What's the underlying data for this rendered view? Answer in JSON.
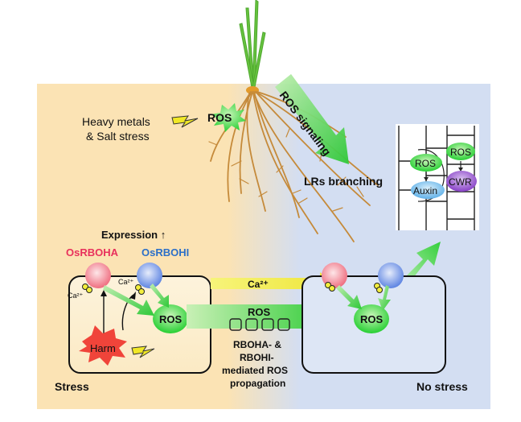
{
  "stress": {
    "source_line1": "Heavy metals",
    "source_line2": "& Salt stress",
    "ros_top": "ROS",
    "panel_label": "Stress",
    "expression": "Expression ↑",
    "rboha": "OsRBOHA",
    "rbohi": "OsRBOHI",
    "ca_small_1": "Ca²⁺",
    "ca_small_2": "Ca²⁺",
    "ros_cell": "ROS",
    "harm": "Harm"
  },
  "propagation": {
    "ca": "Ca²⁺",
    "ros": "ROS",
    "line1": "RBOHA- &",
    "line2": "RBOHI-",
    "line3": "mediated ROS",
    "line4": "propagation"
  },
  "root": {
    "signaling": "ROS signaling",
    "branching": "LRs branching"
  },
  "nostress": {
    "panel_label": "No stress",
    "ros_cell": "ROS",
    "inset_ros1": "ROS",
    "inset_ros2": "ROS",
    "inset_auxin": "Auxin",
    "inset_cwr": "CWR"
  },
  "colors": {
    "stress_bg": "#fbe3b4",
    "nostress_bg": "#d3def2",
    "ros_green": "#33d93b",
    "rboha_pink": "#f27c8a",
    "rbohi_blue": "#6f93e6",
    "rboha_text": "#e8305c",
    "rbohi_text": "#2b6fc8",
    "harm_red": "#f0443a",
    "ca_yellow": "#f3ee3c",
    "auxin_blue": "#6fb8ea",
    "cwr_purple": "#8c4bc8",
    "root_brown": "#c58a3a",
    "leaf_green": "#5fbf3a"
  },
  "icons": [
    "lightning-icon",
    "star-burst-icon",
    "arrow-icon"
  ]
}
